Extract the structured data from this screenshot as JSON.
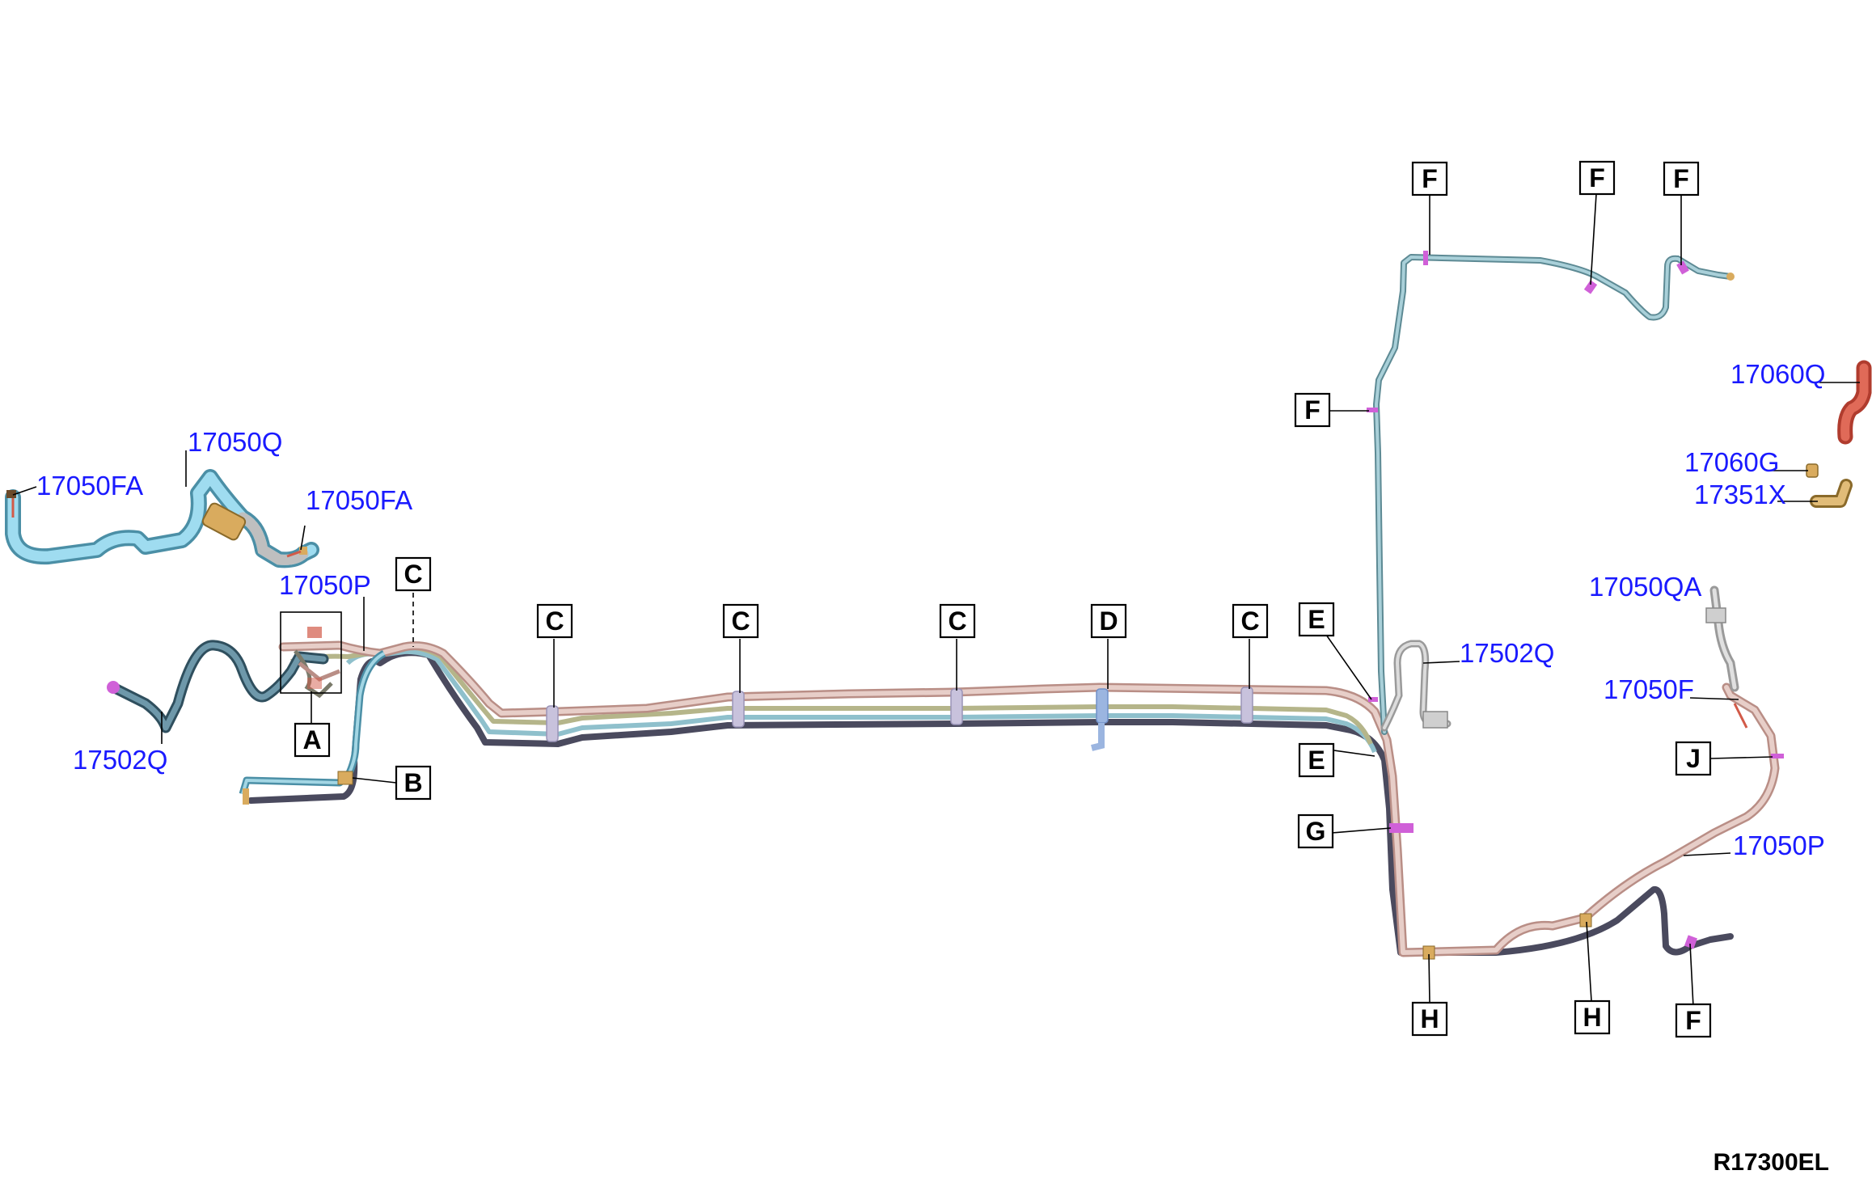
{
  "diagram": {
    "code": "R17300EL",
    "colors": {
      "label": "#1a1aff",
      "tube_pink": "#c9a49b",
      "tube_green": "#b5b58a",
      "tube_blue": "#8fc0cc",
      "tube_dark": "#4a4a5e",
      "tube_light_blue": "#8dd3ea",
      "clip_purple": "#d060d8",
      "clip_gold": "#d9ab5e",
      "hose_red": "#d25a48"
    },
    "part_labels": {
      "p17050fa_left": "17050FA",
      "p17050q_top": "17050Q",
      "p17050fa_mid": "17050FA",
      "p17050p_left": "17050P",
      "p17502q_left": "17502Q",
      "p17060q": "17060Q",
      "p17060g": "17060G",
      "p17351x": "17351X",
      "p17050qa": "17050QA",
      "p17502q_right": "17502Q",
      "p17050f": "17050F",
      "p17050p_right": "17050P"
    },
    "ref_letters": {
      "c_top_left": "C",
      "a_left": "A",
      "b_left": "B",
      "c1": "C",
      "c2": "C",
      "c3": "C",
      "d1": "D",
      "c4": "C",
      "e_top": "E",
      "f_top1": "F",
      "f_top2": "F",
      "f_top3": "F",
      "f_side": "F",
      "e_mid": "E",
      "g_mid": "G",
      "j_right": "J",
      "h1": "H",
      "h2": "H",
      "f_bottom": "F"
    }
  }
}
